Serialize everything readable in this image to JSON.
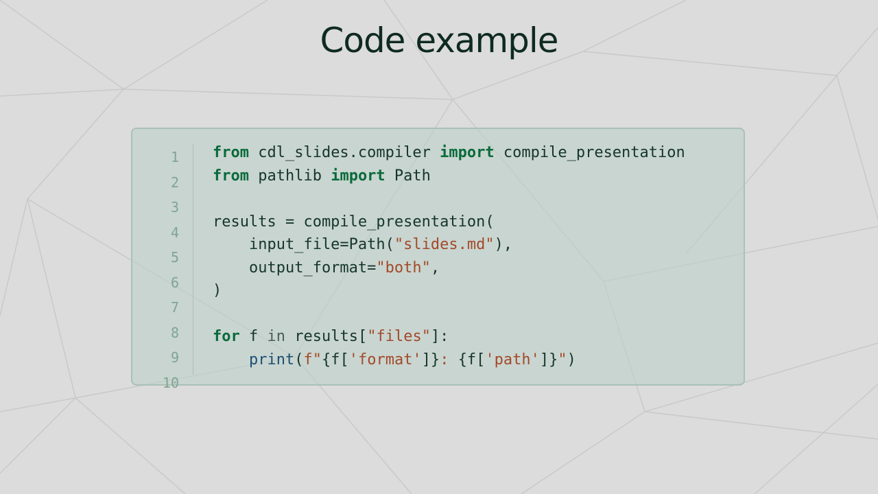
{
  "slide": {
    "title": "Code example"
  },
  "code": {
    "line_numbers": [
      "1",
      "2",
      "3",
      "4",
      "5",
      "6",
      "7",
      "8",
      "9",
      "10"
    ],
    "lines": [
      [
        {
          "t": "from",
          "c": "kw"
        },
        {
          "t": " cdl_slides.compiler ",
          "c": ""
        },
        {
          "t": "import",
          "c": "kw"
        },
        {
          "t": " compile_presentation",
          "c": ""
        }
      ],
      [
        {
          "t": "from",
          "c": "kw"
        },
        {
          "t": " pathlib ",
          "c": ""
        },
        {
          "t": "import",
          "c": "kw"
        },
        {
          "t": " Path",
          "c": ""
        }
      ],
      [],
      [
        {
          "t": "results = compile_presentation(",
          "c": ""
        }
      ],
      [
        {
          "t": "    input_file=Path(",
          "c": ""
        },
        {
          "t": "\"slides.md\"",
          "c": "str"
        },
        {
          "t": "),",
          "c": ""
        }
      ],
      [
        {
          "t": "    output_format=",
          "c": ""
        },
        {
          "t": "\"both\"",
          "c": "str"
        },
        {
          "t": ",",
          "c": ""
        }
      ],
      [
        {
          "t": ")",
          "c": ""
        }
      ],
      [],
      [
        {
          "t": "for",
          "c": "kw"
        },
        {
          "t": " f ",
          "c": ""
        },
        {
          "t": "in",
          "c": "op"
        },
        {
          "t": " results[",
          "c": ""
        },
        {
          "t": "\"files\"",
          "c": "str"
        },
        {
          "t": "]:",
          "c": ""
        }
      ],
      [
        {
          "t": "    ",
          "c": ""
        },
        {
          "t": "print",
          "c": "fn"
        },
        {
          "t": "(",
          "c": ""
        },
        {
          "t": "f\"",
          "c": "str"
        },
        {
          "t": "{f[",
          "c": ""
        },
        {
          "t": "'format'",
          "c": "str"
        },
        {
          "t": "]}",
          "c": ""
        },
        {
          "t": ": ",
          "c": "str"
        },
        {
          "t": "{f[",
          "c": ""
        },
        {
          "t": "'path'",
          "c": "str"
        },
        {
          "t": "]}",
          "c": ""
        },
        {
          "t": "\"",
          "c": "str"
        },
        {
          "t": ")",
          "c": ""
        }
      ]
    ]
  },
  "colors": {
    "background": "#dcdcdc",
    "title": "#0f2a21",
    "keyword": "#0a6a3b",
    "string": "#a24a2a",
    "builtin": "#1d4f74",
    "code_bg": "#bad0c6",
    "line_number": "#7fa495"
  }
}
